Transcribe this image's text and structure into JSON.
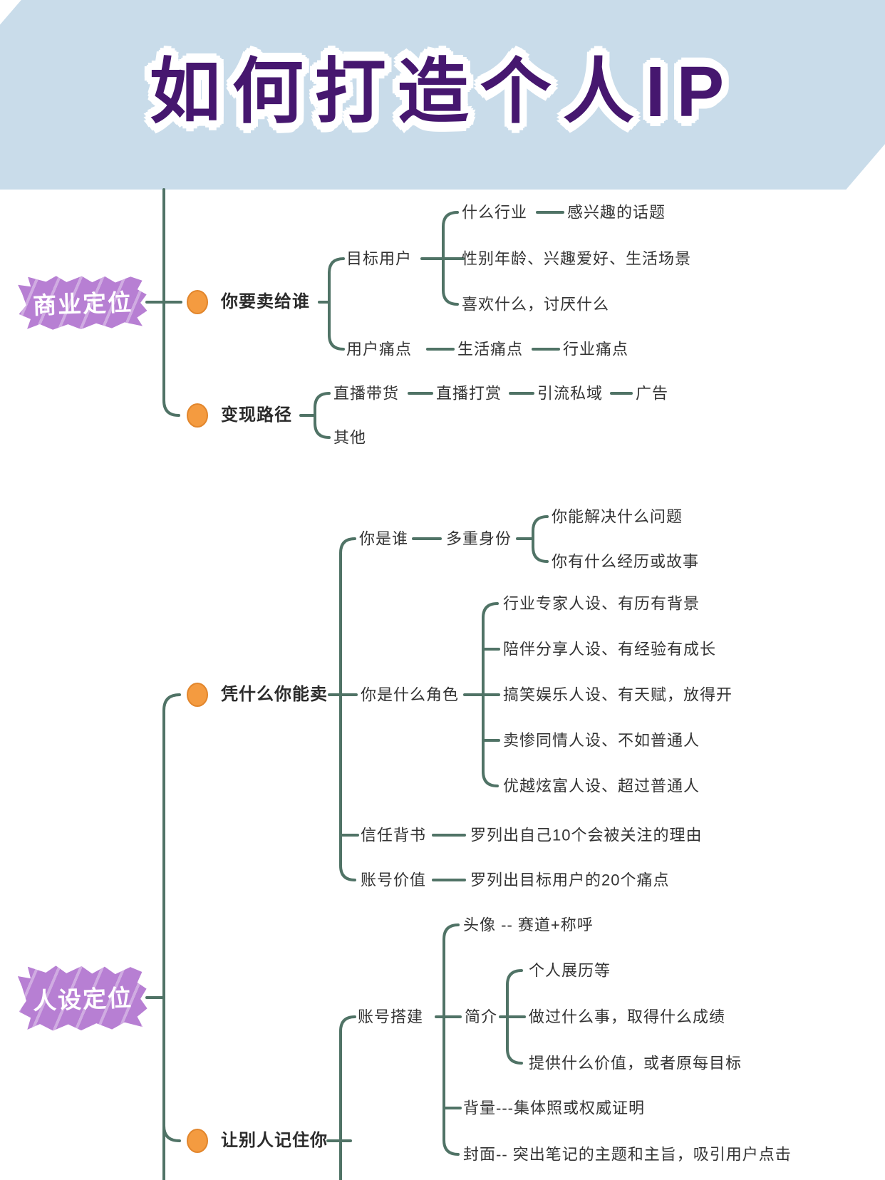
{
  "title": "如何打造个人IP",
  "colors": {
    "header_bg": "#c9dcea",
    "title_text": "#46176f",
    "branch_label_bg": "#b77fd3",
    "connector_green": "#507366",
    "bullet_orange": "#f49b40",
    "node_text": "#333333"
  },
  "mindmap": {
    "branch1": {
      "label": "商业定位",
      "topic1": {
        "title": "你要卖给谁",
        "target_user": {
          "title": "目标用户",
          "industry": "什么行业",
          "industry_detail": "感兴趣的话题",
          "profile": "性别年龄、兴趣爱好、生活场景",
          "likes": "喜欢什么，讨厌什么"
        },
        "pain": {
          "title": "用户痛点",
          "life": "生活痛点",
          "industry": "行业痛点"
        }
      },
      "topic2": {
        "title": "变现路径",
        "path1": "直播带货",
        "path2": "直播打赏",
        "path3": "引流私域",
        "path4": "广告",
        "other": "其他"
      }
    },
    "branch2": {
      "label": "人设定位",
      "topic1": {
        "title": "凭什么你能卖",
        "who": {
          "title": "你是谁",
          "multi": "多重身份",
          "solve": "你能解决什么问题",
          "story": "你有什么经历或故事"
        },
        "role": {
          "title": "你是什么角色",
          "expert": "行业专家人设、有历有背景",
          "companion": "陪伴分享人设、有经验有成长",
          "funny": "搞笑娱乐人设、有天赋，放得开",
          "pity": "卖惨同情人设、不如普通人",
          "rich": "优越炫富人设、超过普通人"
        },
        "trust": {
          "title": "信任背书",
          "detail": "罗列出自己10个会被关注的理由"
        },
        "value": {
          "title": "账号价值",
          "detail": "罗列出目标用户的20个痛点"
        }
      },
      "topic2": {
        "title": "让别人记住你",
        "account": {
          "title": "账号搭建",
          "avatar": "头像 -- 赛道+称呼",
          "bio": {
            "title": "简介",
            "p1": "个人展历等",
            "p2": "做过什么事，取得什么成绩",
            "p3": "提供什么价值，或者原每目标"
          },
          "background": "背量---集体照或权威证明",
          "cover": "封面-- 突出笔记的主题和主旨，吸引用户点击"
        }
      }
    }
  }
}
